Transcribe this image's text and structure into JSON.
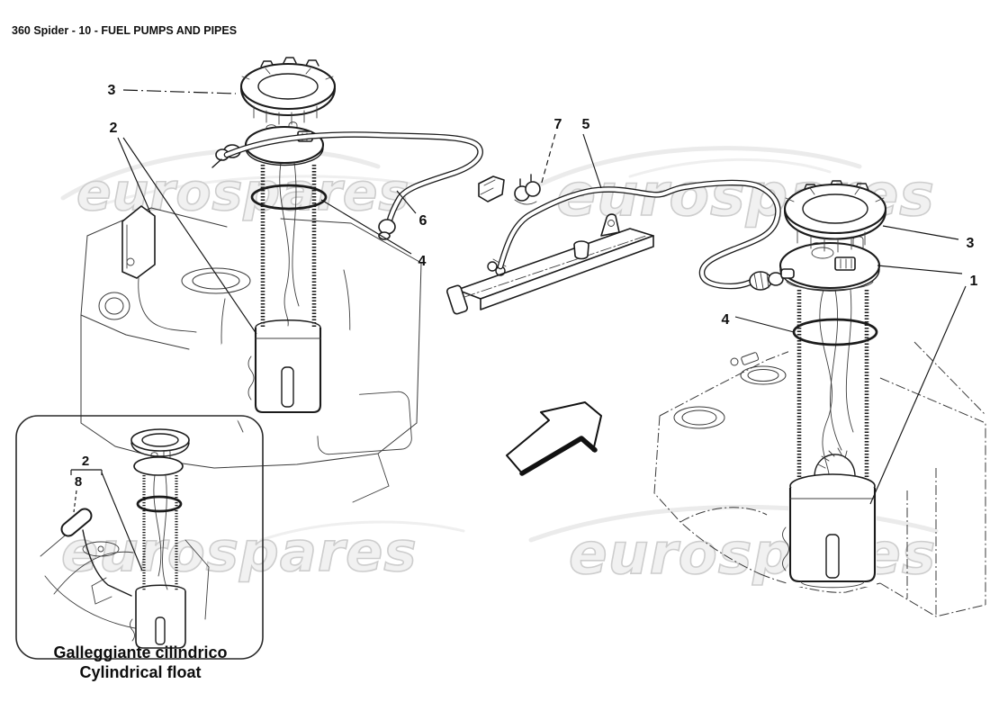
{
  "page": {
    "header_title": "360 Spider - 10 - FUEL PUMPS AND PIPES"
  },
  "watermark": {
    "text": "eurospares"
  },
  "callouts": {
    "left_ring_nut": "3",
    "left_sender": "2",
    "hose": "6",
    "left_oring": "4",
    "pipe_clamp": "7",
    "delivery_pipe": "5",
    "right_ring_nut": "3",
    "right_pump_assembly": "1",
    "right_oring": "4",
    "inset_group": "2",
    "inset_float": "8"
  },
  "inset_caption": {
    "italian": "Galleggiante cilindrico",
    "english": "Cylindrical float"
  },
  "colors": {
    "background": "#ffffff",
    "ink": "#1b1b1b",
    "tank_line": "#3a3a3a",
    "watermark_fill": "#f1f1f1",
    "watermark_stroke": "#cdcdcd"
  }
}
